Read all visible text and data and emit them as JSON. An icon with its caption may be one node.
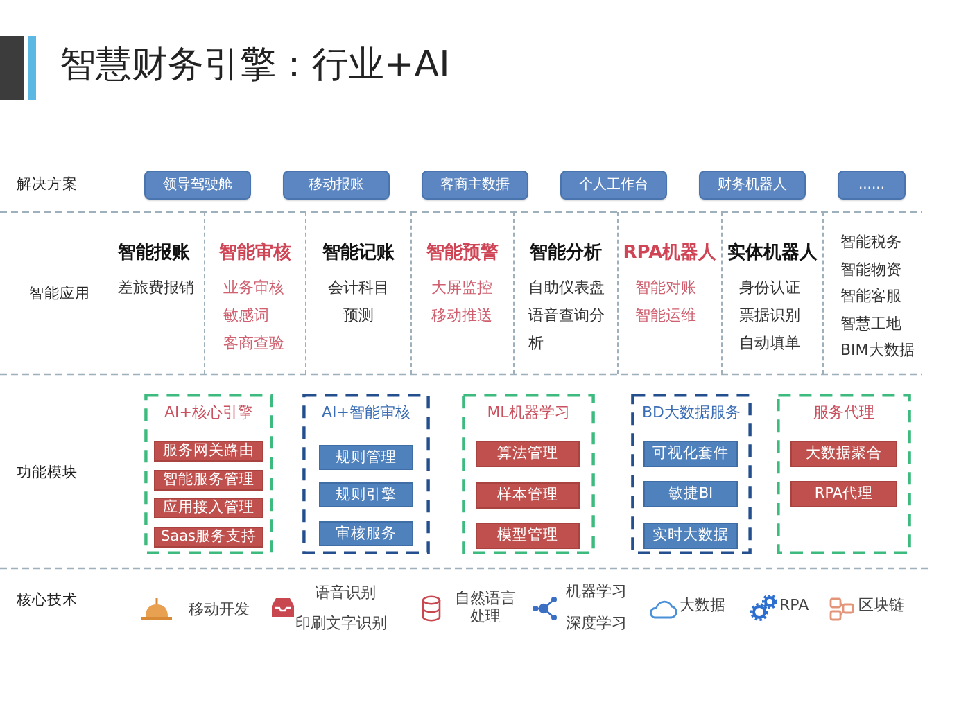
{
  "diagram": {
    "title": "智慧财务引擎：行业+AI",
    "nodes": [
      {
        "text": [
          "领导驾驶舱"
        ]
      },
      {
        "text": [
          "移动报账"
        ]
      },
      {
        "text": [
          "客商主数据"
        ]
      },
      {
        "text": [
          "个人工作台"
        ]
      },
      {
        "text": [
          "财务机器人"
        ]
      },
      {
        "text": [
          "......"
        ]
      },
      {
        "text": [
          "智能报账",
          "差旅费报销"
        ]
      },
      {
        "text": [
          "智能审核",
          "业务审核",
          "敏感词",
          "客商查验"
        ]
      },
      {
        "text": [
          "智能记账",
          "会计科目预测"
        ]
      },
      {
        "text": [
          "智能预警",
          "大屏监控",
          "移动推送"
        ]
      },
      {
        "text": [
          "智能分析",
          "自助仪表盘",
          "语音查询分析"
        ]
      },
      {
        "text": [
          "RPA机器人",
          "智能对账",
          "智能运维"
        ]
      },
      {
        "text": [
          "实体机器人",
          "身份认证",
          "票据识别",
          "自动填单"
        ]
      },
      {
        "text": [
          "智能税务",
          "智能物资",
          "智能客服",
          "智慧工地",
          "BIM大数据"
        ]
      },
      {
        "text": [
          "AI+核心引擎"
        ]
      },
      {
        "text": [
          "服务网关路由"
        ],
        "in": 14
      },
      {
        "text": [
          "智能服务管理"
        ],
        "in": 14
      },
      {
        "text": [
          "应用接入管理"
        ],
        "in": 14
      },
      {
        "text": [
          "Saas服务支持"
        ],
        "in": 14
      },
      {
        "text": [
          "AI+智能审核"
        ]
      },
      {
        "text": [
          "规则管理"
        ],
        "in": 19
      },
      {
        "text": [
          "规则引擎"
        ],
        "in": 19
      },
      {
        "text": [
          "审核服务"
        ],
        "in": 19
      },
      {
        "text": [
          "ML机器学习"
        ]
      },
      {
        "text": [
          "算法管理"
        ],
        "in": 23
      },
      {
        "text": [
          "样本管理"
        ],
        "in": 23
      },
      {
        "text": [
          "模型管理"
        ],
        "in": 23
      },
      {
        "text": [
          "BD大数据服务"
        ]
      },
      {
        "text": [
          "可视化套件"
        ],
        "in": 27
      },
      {
        "text": [
          "敏捷BI"
        ],
        "in": 27
      },
      {
        "text": [
          "实时大数据"
        ],
        "in": 27
      },
      {
        "text": [
          "服务代理"
        ]
      },
      {
        "text": [
          "大数据聚合"
        ],
        "in": 31
      },
      {
        "text": [
          "RPA代理"
        ],
        "in": 31
      }
    ],
    "labels": [
      "解决方案",
      "智能应用",
      "功能模块",
      "核心技术",
      "移动开发",
      "语音识别",
      "印刷文字识别",
      "自然语言处理",
      "机器学习",
      "深度学习",
      "大数据",
      "RPA",
      "区块链"
    ]
  }
}
